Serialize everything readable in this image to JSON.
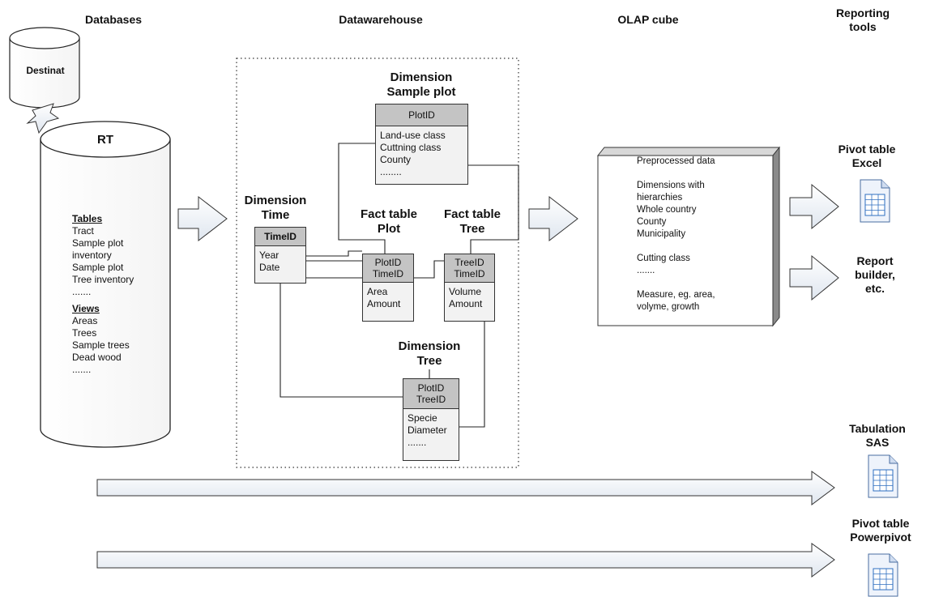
{
  "headers": {
    "databases": "Databases",
    "datawarehouse": "Datawarehouse",
    "olap": "OLAP cube",
    "reporting": [
      "Reporting",
      "tools"
    ]
  },
  "databases": {
    "destination_label": "Destinat",
    "rt_label": "RT",
    "tables_title": "Tables",
    "tables": [
      "Tract",
      "Sample plot",
      "inventory",
      "Sample plot",
      "Tree inventory",
      "......."
    ],
    "views_title": "Views",
    "views": [
      "Areas",
      "Trees",
      "Sample trees",
      "Dead wood",
      "......."
    ]
  },
  "warehouse": {
    "dim_sample_plot": {
      "label": [
        "Dimension",
        "Sample plot"
      ],
      "key": "PlotID",
      "fields": [
        "Land-use class",
        "Cuttning class",
        "County",
        "........"
      ]
    },
    "dim_time": {
      "label": [
        "Dimension",
        "Time"
      ],
      "key": "TimeID",
      "fields": [
        "Year",
        "Date"
      ]
    },
    "fact_plot": {
      "label": [
        "Fact table",
        "Plot"
      ],
      "keys": [
        "PlotID",
        "TimeID"
      ],
      "fields": [
        "Area",
        "Amount"
      ]
    },
    "fact_tree": {
      "label": [
        "Fact table",
        "Tree"
      ],
      "keys": [
        "TreeID",
        "TimeID"
      ],
      "fields": [
        "Volume",
        "Amount"
      ]
    },
    "dim_tree": {
      "label": [
        "Dimension",
        "Tree"
      ],
      "keys": [
        "PlotID",
        "TreeID"
      ],
      "fields": [
        "Specie",
        "Diameter",
        "......."
      ]
    }
  },
  "cube": {
    "lines": [
      "Preprocessed data",
      "",
      "Dimensions with",
      "hierarchies",
      "Whole country",
      "County",
      "Municipality",
      "",
      "Cutting class",
      ".......",
      "",
      "Measure, eg. area,",
      "volyme, growth"
    ]
  },
  "reporting_tools": {
    "pivot_excel": [
      "Pivot table",
      "Excel"
    ],
    "report_builder": [
      "Report",
      "builder,",
      "etc."
    ],
    "tabulation_sas": [
      "Tabulation",
      "SAS"
    ],
    "pivot_powerpivot": [
      "Pivot table",
      "Powerpivot"
    ]
  },
  "icons": [
    "cylinder-database-icon",
    "arrow-right-icon",
    "spreadsheet-document-icon"
  ]
}
